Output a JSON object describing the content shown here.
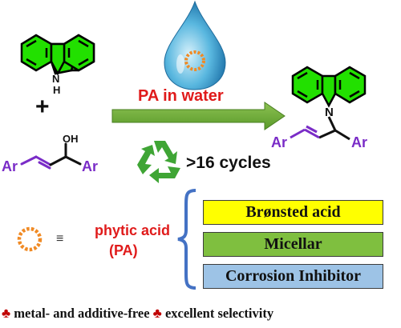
{
  "scheme": {
    "reagent_carbazole": {
      "nh_label": "N",
      "h_label": "H"
    },
    "plus_sign": "+",
    "reagent_alcohol": {
      "oh_label": "OH",
      "ar_left": "Ar",
      "ar_right": "Ar"
    },
    "condition_label": "PA in water",
    "recycling_label": ">16 cycles",
    "product": {
      "n_label": "N",
      "ar_left": "Ar",
      "ar_right": "Ar"
    }
  },
  "legend": {
    "equivalence_symbol": "≡",
    "phytic_acid_line1": "phytic acid",
    "phytic_acid_line2": "(PA)",
    "roles": [
      "Brønsted acid",
      "Micellar",
      "Corrosion Inhibitor"
    ]
  },
  "footer": {
    "bullet": "♣",
    "feature1": "metal- and additive-free",
    "feature2": "excellent selectivity"
  },
  "colors": {
    "carbazole_fill": "#22e000",
    "aryl_purple": "#7a2cc7",
    "red_text": "#e01b1b",
    "arrow_green": "#6aaa33",
    "ring_orange": "#f08a24",
    "role_yellow": "#ffff00",
    "role_green": "#7fbf3f",
    "role_blue": "#9dc3e6",
    "bracket_blue": "#4472c4"
  }
}
